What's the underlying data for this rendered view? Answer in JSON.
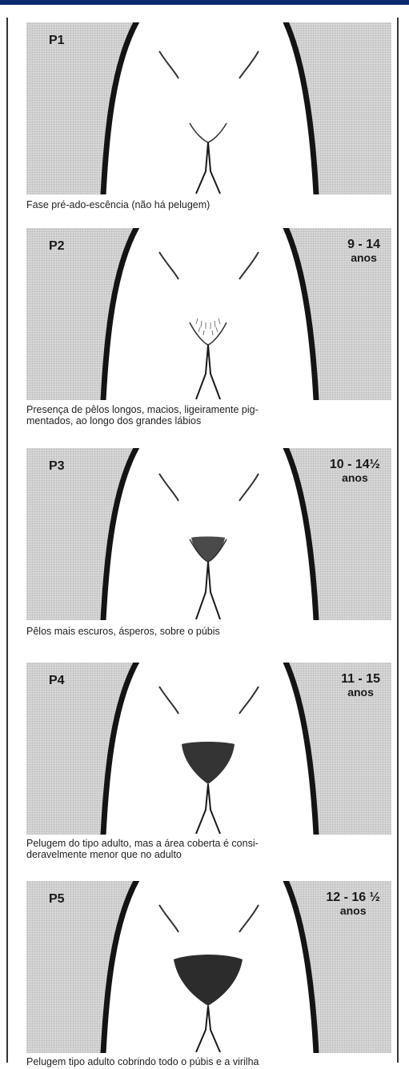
{
  "stages": [
    {
      "code": "P1",
      "age": "",
      "unit": "",
      "caption": [
        "Fase pré-ado-escência (não há pelugem)"
      ]
    },
    {
      "code": "P2",
      "age": "9 - 14",
      "unit": "anos",
      "caption": [
        "Presença de pêlos longos, macios, ligeiramente pig-",
        "mentados, ao longo dos grandes lábios"
      ]
    },
    {
      "code": "P3",
      "age": "10 - 14½",
      "unit": "anos",
      "caption": [
        "Pêlos mais escuros, ásperos, sobre o púbis"
      ]
    },
    {
      "code": "P4",
      "age": "11 - 15",
      "unit": "anos",
      "caption": [
        "Pelugem do tipo adulto, mas a área coberta é consi-",
        "deravelmente menor que no adulto"
      ]
    },
    {
      "code": "P5",
      "age": "12 - 16 ½",
      "unit": "anos",
      "caption": [
        "Pelugem tipo adulto cobrindo todo o púbis e a virilha"
      ]
    }
  ]
}
